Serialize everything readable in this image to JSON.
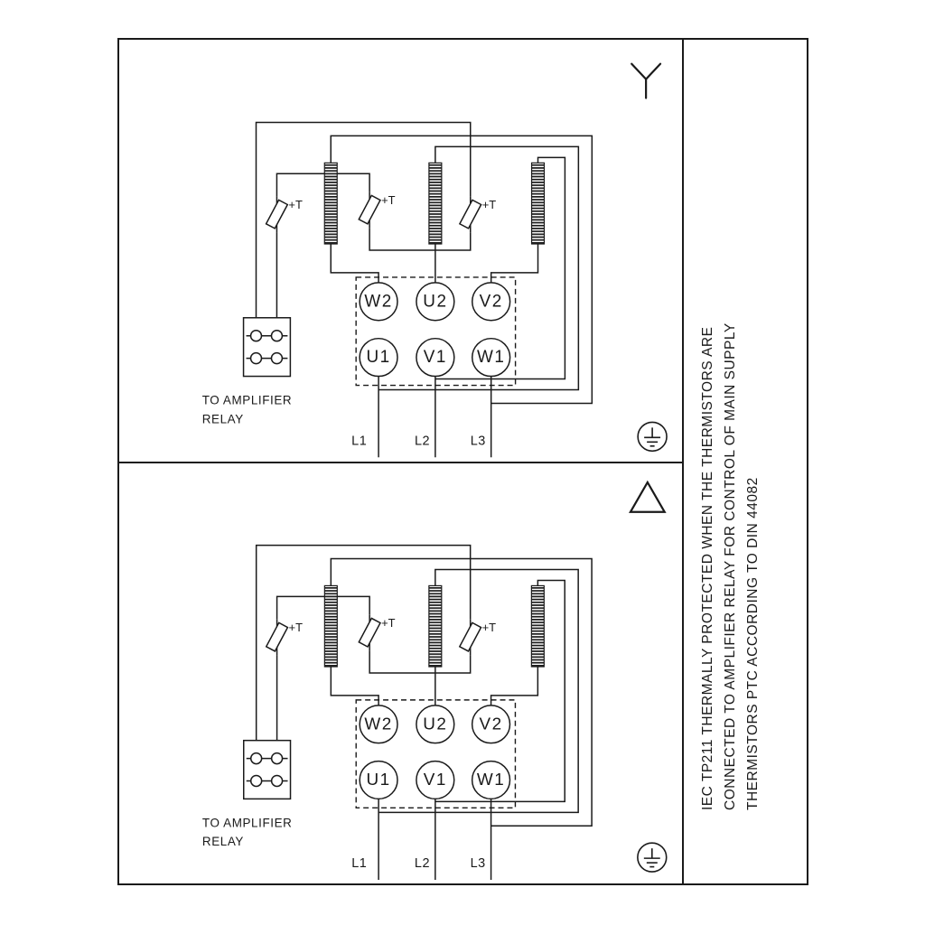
{
  "note": {
    "line1": "IEC TP211 THERMALLY PROTECTED WHEN THE THERMISTORS ARE",
    "line2": "CONNECTED TO AMPLIFIER RELAY FOR CONTROL OF MAIN SUPPLY",
    "line3": "THERMISTORS PTC ACCORDING TO DIN 44082"
  },
  "diagram": {
    "thermistor_label": "+T",
    "relay_caption": {
      "line1": "TO AMPLIFIER",
      "line2": "RELAY"
    },
    "terminals_row2": [
      "W2",
      "U2",
      "V2"
    ],
    "terminals_row1": [
      "U1",
      "V1",
      "W1"
    ],
    "supply_lines": [
      "L1",
      "L2",
      "L3"
    ]
  },
  "icons": {
    "star": "star-connection-icon",
    "delta": "delta-connection-icon",
    "earth": "earth-ground-icon"
  },
  "colors": {
    "ink": "#1a1a1a",
    "background": "#ffffff"
  }
}
